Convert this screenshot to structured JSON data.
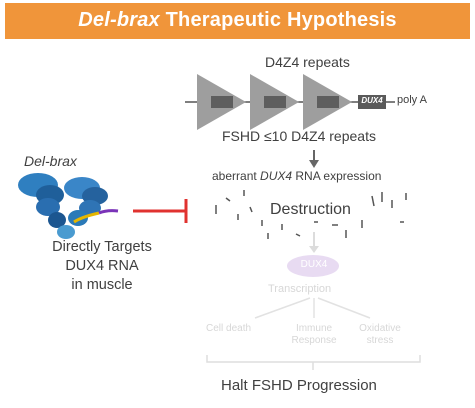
{
  "title": {
    "drug_name": "Del-brax",
    "rest": " Therapeutic Hypothesis"
  },
  "left": {
    "drug_label": "Del-brax",
    "caption_line1": "Directly Targets",
    "caption_line2": "DUX4 RNA",
    "caption_line3": "in muscle"
  },
  "diagram": {
    "d4z4_label": "D4Z4 repeats",
    "dux4_box": "DUX4",
    "polya_label": "poly A",
    "fshd_label": "FSHD ≤10 D4Z4 repeats",
    "aberrant_prefix": "aberrant ",
    "aberrant_italic": "DUX4",
    "aberrant_suffix": " RNA expression",
    "destruction_label": "Destruction",
    "dux4_protein": "DUX4",
    "transcription": "Transcription",
    "outcome_1": "Cell death",
    "outcome_2_line1": "Immune",
    "outcome_2_line2": "Response",
    "outcome_3_line1": "Oxidative",
    "outcome_3_line2": "stress",
    "halt_label": "Halt FSHD Progression"
  },
  "colors": {
    "banner": "#f0953a",
    "inhibitor": "#e0322f",
    "triangle": "#9e9e9e",
    "faded": "#d6d6d6",
    "faded_oval": "#e8dbf2"
  }
}
